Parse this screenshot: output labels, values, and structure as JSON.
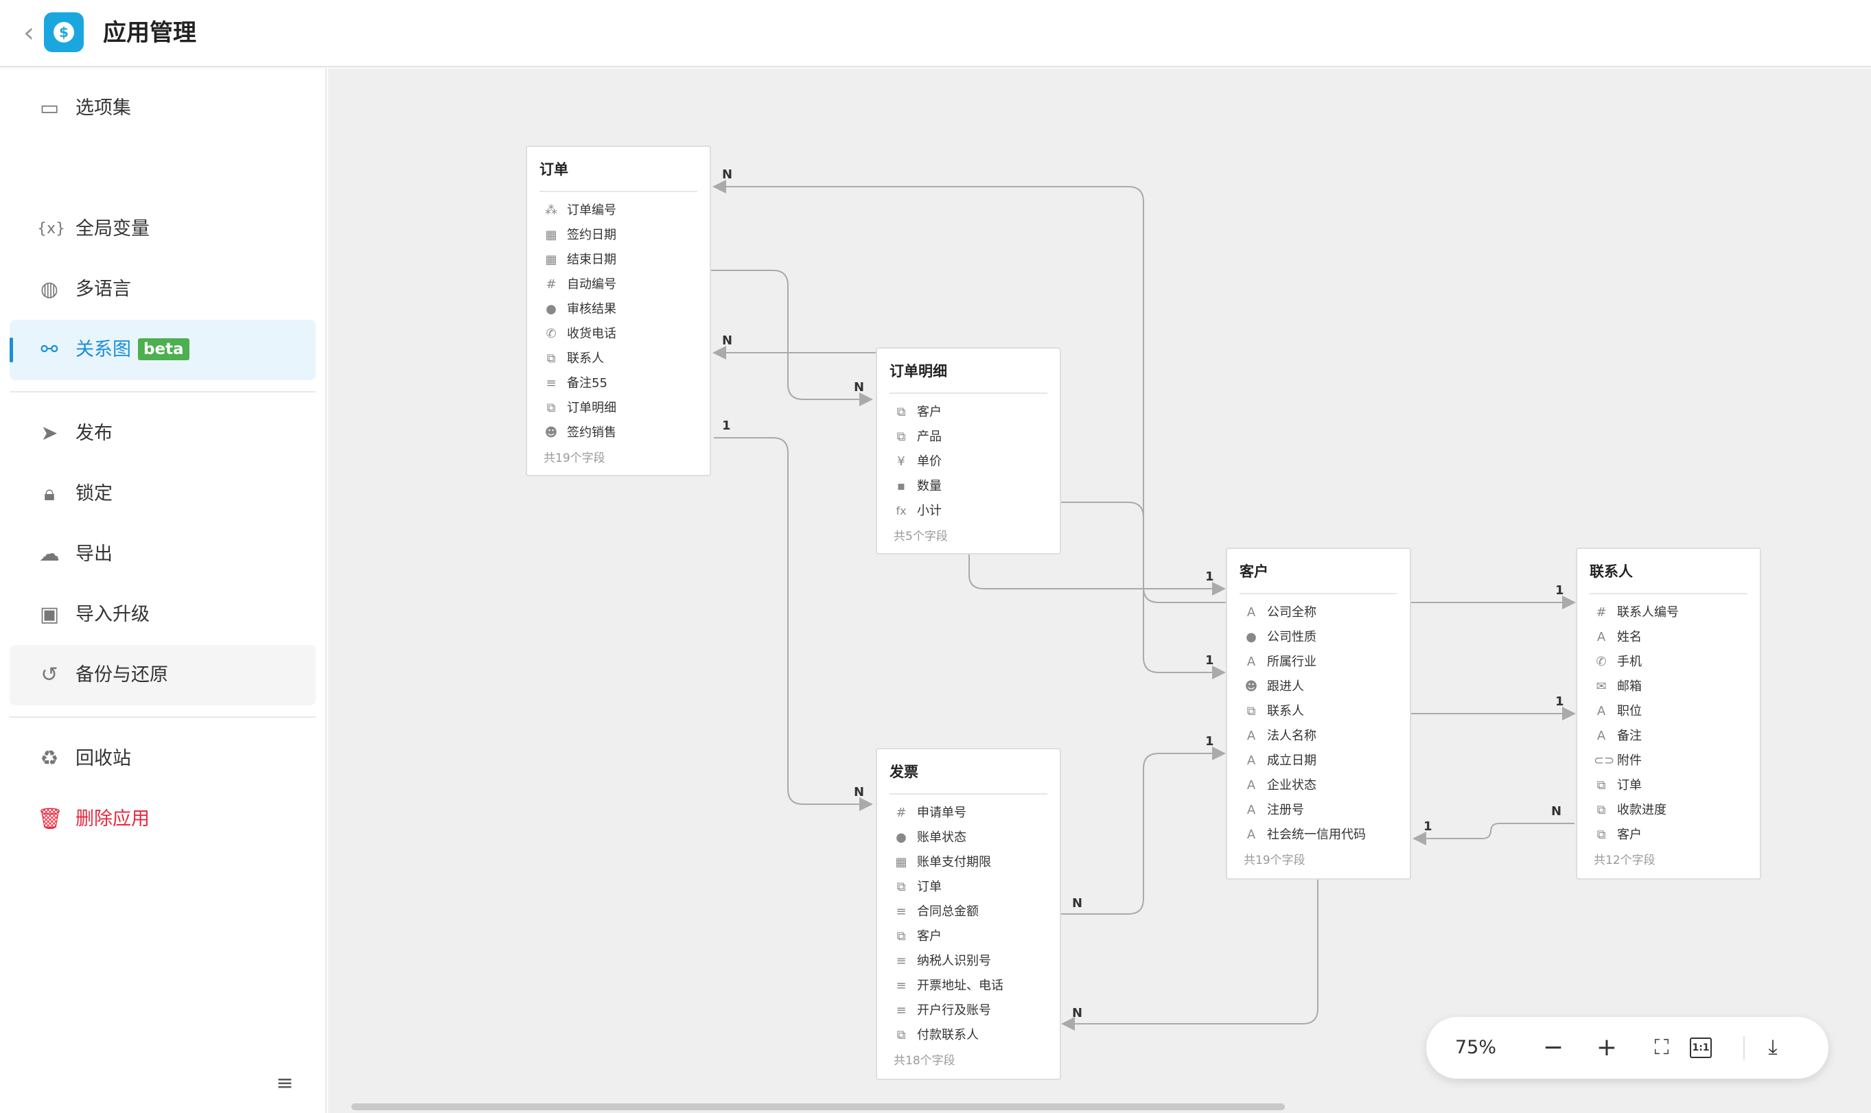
{
  "app": {
    "title": "应用管理",
    "back_icon": "chevron-left-icon",
    "logo_icon": "dollar-coin-icon",
    "accent": "#1a8fd8"
  },
  "sidebar": {
    "items": [
      {
        "label": "选项集",
        "icon": "dropdown-box-icon"
      },
      {
        "label": "全局变量",
        "icon": "variable-icon"
      },
      {
        "label": "多语言",
        "icon": "globe-icon"
      },
      {
        "label": "关系图",
        "icon": "relation-graph-icon",
        "badge": "beta",
        "active": true
      },
      {
        "label": "发布",
        "icon": "send-icon"
      },
      {
        "label": "锁定",
        "icon": "lock-icon"
      },
      {
        "label": "导出",
        "icon": "cloud-download-icon"
      },
      {
        "label": "导入升级",
        "icon": "import-icon"
      },
      {
        "label": "备份与还原",
        "icon": "backup-restore-icon"
      },
      {
        "label": "回收站",
        "icon": "recycle-bin-icon"
      },
      {
        "label": "删除应用",
        "icon": "trash-icon",
        "danger": true
      }
    ],
    "collapse_icon": "collapse-menu-icon"
  },
  "entities": {
    "order": {
      "name": "订单",
      "fields": [
        {
          "icon": "tree-icon",
          "label": "订单编号"
        },
        {
          "icon": "calendar-icon",
          "label": "签约日期"
        },
        {
          "icon": "calendar-icon",
          "label": "结束日期"
        },
        {
          "icon": "hash-icon",
          "label": "自动编号"
        },
        {
          "icon": "circle-icon",
          "label": "审核结果"
        },
        {
          "icon": "phone-icon",
          "label": "收货电话"
        },
        {
          "icon": "link-icon",
          "label": "联系人"
        },
        {
          "icon": "lookup-icon",
          "label": "备注55"
        },
        {
          "icon": "link-icon",
          "label": "订单明细"
        },
        {
          "icon": "user-icon",
          "label": "签约销售"
        }
      ],
      "count": "共19个字段"
    },
    "order_detail": {
      "name": "订单明细",
      "fields": [
        {
          "icon": "link-icon",
          "label": "客户"
        },
        {
          "icon": "link-icon",
          "label": "产品"
        },
        {
          "icon": "yen-icon",
          "label": "单价"
        },
        {
          "icon": "number-icon",
          "label": "数量"
        },
        {
          "icon": "formula-icon",
          "label": "小计"
        }
      ],
      "count": "共5个字段"
    },
    "invoice": {
      "name": "发票",
      "fields": [
        {
          "icon": "hash-icon",
          "label": "申请单号"
        },
        {
          "icon": "circle-icon",
          "label": "账单状态"
        },
        {
          "icon": "calendar-icon",
          "label": "账单支付期限"
        },
        {
          "icon": "link-icon",
          "label": "订单"
        },
        {
          "icon": "lookup-icon",
          "label": "合同总金额"
        },
        {
          "icon": "link-icon",
          "label": "客户"
        },
        {
          "icon": "lookup-icon",
          "label": "纳税人识别号"
        },
        {
          "icon": "lookup-icon",
          "label": "开票地址、电话"
        },
        {
          "icon": "lookup-icon",
          "label": "开户行及账号"
        },
        {
          "icon": "link-icon",
          "label": "付款联系人"
        }
      ],
      "count": "共18个字段"
    },
    "customer": {
      "name": "客户",
      "fields": [
        {
          "icon": "text-icon",
          "label": "公司全称"
        },
        {
          "icon": "circle-icon",
          "label": "公司性质"
        },
        {
          "icon": "text-icon",
          "label": "所属行业"
        },
        {
          "icon": "user-icon",
          "label": "跟进人"
        },
        {
          "icon": "link-icon",
          "label": "联系人"
        },
        {
          "icon": "text-icon",
          "label": "法人名称"
        },
        {
          "icon": "text-icon",
          "label": "成立日期"
        },
        {
          "icon": "text-icon",
          "label": "企业状态"
        },
        {
          "icon": "text-icon",
          "label": "注册号"
        },
        {
          "icon": "text-icon",
          "label": "社会统一信用代码"
        }
      ],
      "count": "共19个字段"
    },
    "contact": {
      "name": "联系人",
      "fields": [
        {
          "icon": "hash-icon",
          "label": "联系人编号"
        },
        {
          "icon": "text-icon",
          "label": "姓名"
        },
        {
          "icon": "phone-icon",
          "label": "手机"
        },
        {
          "icon": "mail-icon",
          "label": "邮箱"
        },
        {
          "icon": "text-icon",
          "label": "职位"
        },
        {
          "icon": "text-icon",
          "label": "备注"
        },
        {
          "icon": "attachment-icon",
          "label": "附件"
        },
        {
          "icon": "link-icon",
          "label": "订单"
        },
        {
          "icon": "link-icon",
          "label": "收款进度"
        },
        {
          "icon": "link-icon",
          "label": "客户"
        }
      ],
      "count": "共12个字段"
    }
  },
  "labels": {
    "n": "N",
    "one": "1"
  },
  "toolbar": {
    "zoom": "75%",
    "zoom_out_icon": "minus-icon",
    "zoom_in_icon": "plus-icon",
    "fit_icon": "fullscreen-icon",
    "actual_size": "1:1",
    "download_icon": "download-icon"
  }
}
